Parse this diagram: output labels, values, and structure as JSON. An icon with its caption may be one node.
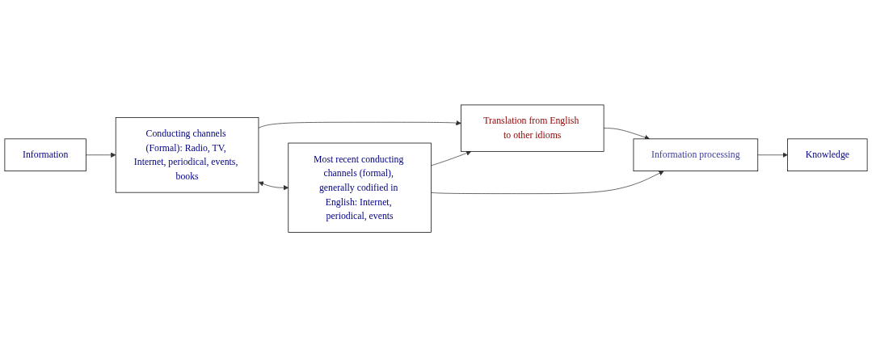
{
  "diagram": {
    "nodes": [
      {
        "text": [
          "Information"
        ]
      },
      {
        "text": [
          "Conducting channels (Formal): Radio, TV, Internet, periodical, events, books"
        ]
      },
      {
        "text": [
          "Translation from English to other idioms"
        ]
      },
      {
        "text": [
          "Information processing"
        ]
      },
      {
        "text": [
          "Knowledge"
        ]
      },
      {
        "text": [
          "Most recent conducting channels (formal), generally codified in English: Internet, periodical, events"
        ]
      }
    ],
    "edges": [
      {
        "from": 0,
        "to": 1,
        "arrow": "to"
      },
      {
        "from": 1,
        "to": 2,
        "arrow": "to"
      },
      {
        "from": 2,
        "to": 3,
        "arrow": "to"
      },
      {
        "from": 3,
        "to": 4,
        "arrow": "to"
      },
      {
        "from": 1,
        "to": 5,
        "arrow": "both"
      },
      {
        "from": 5,
        "to": 2,
        "arrow": "to"
      },
      {
        "from": 5,
        "to": 3,
        "arrow": "to"
      }
    ]
  }
}
